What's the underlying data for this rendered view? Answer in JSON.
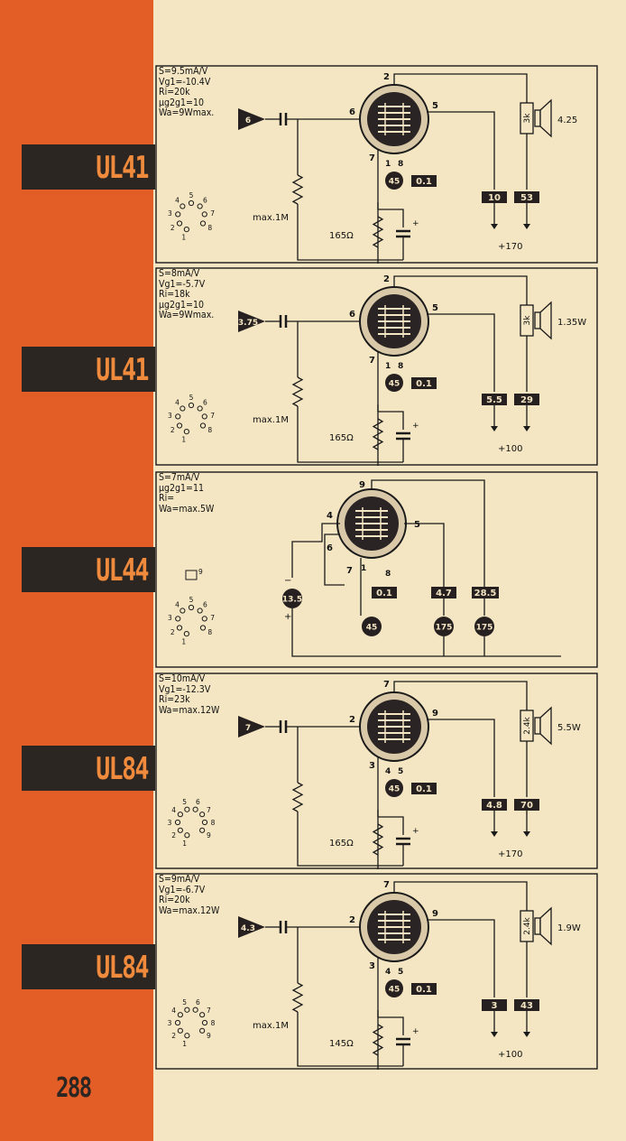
{
  "page_number": "288",
  "panels": [
    {
      "tube": "UL41",
      "specs": [
        "S=9.5mA/V",
        "Vg1=-10.4V",
        "Ri=20k",
        "µg2g1=10",
        "Wa=9Wmax."
      ],
      "input": "6",
      "grid_resistor": "max.1M",
      "cathode_resistor": "165Ω",
      "pins": {
        "anode": "2",
        "grid": "6",
        "screen": "5",
        "cathode": "7",
        "heater_a": "1",
        "heater_b": "8"
      },
      "heater_voltage": "45",
      "heater_current": "0.1",
      "anode_current": "53",
      "screen_current": "10",
      "supply": "+170",
      "load": "3k",
      "output": "4.25",
      "socket_pins": [
        "1",
        "2",
        "3",
        "4",
        "5",
        "6",
        "7",
        "8"
      ]
    },
    {
      "tube": "UL41",
      "specs": [
        "S=8mA/V",
        "Vg1=-5.7V",
        "Ri=18k",
        "µg2g1=10",
        "Wa=9Wmax."
      ],
      "input": "3.75",
      "grid_resistor": "max.1M",
      "cathode_resistor": "165Ω",
      "pins": {
        "anode": "2",
        "grid": "6",
        "screen": "5",
        "cathode": "7",
        "heater_a": "1",
        "heater_b": "8"
      },
      "heater_voltage": "45",
      "heater_current": "0.1",
      "anode_current": "29",
      "screen_current": "5.5",
      "supply": "+100",
      "load": "3k",
      "output": "1.35W",
      "socket_pins": [
        "1",
        "2",
        "3",
        "4",
        "5",
        "6",
        "7",
        "8"
      ]
    },
    {
      "tube": "UL44",
      "specs": [
        "S=7mA/V",
        "µg2g1=11",
        "Ri=",
        "Wa=max.5W"
      ],
      "pins": {
        "anode": "9",
        "g1": "4",
        "g1b": "6",
        "screen": "5",
        "cathode": "7",
        "heater_a": "1",
        "heater_b": "8"
      },
      "bias_voltage": "13.5",
      "heater_voltage": "45",
      "heater_current": "0.1",
      "screen_current": "4.7",
      "anode_current": "28.5",
      "screen_supply": "175",
      "anode_supply": "175",
      "socket_pins": [
        "1",
        "2",
        "3",
        "4",
        "5",
        "6",
        "7",
        "8"
      ],
      "socket_top": "9"
    },
    {
      "tube": "UL84",
      "specs": [
        "S=10mA/V",
        "Vg1=-12.3V",
        "Ri=23k",
        "Wa=max.12W"
      ],
      "input": "7",
      "cathode_resistor": "165Ω",
      "pins": {
        "anode": "7",
        "grid": "2",
        "screen": "9",
        "cathode": "3",
        "heater_a": "4",
        "heater_b": "5"
      },
      "heater_voltage": "45",
      "heater_current": "0.1",
      "anode_current": "70",
      "screen_current": "4.8",
      "supply": "+170",
      "load": "2.4k",
      "output": "5.5W",
      "socket_pins": [
        "1",
        "2",
        "3",
        "4",
        "5",
        "6",
        "7",
        "8",
        "9"
      ]
    },
    {
      "tube": "UL84",
      "specs": [
        "S=9mA/V",
        "Vg1=-6.7V",
        "Ri=20k",
        "Wa=max.12W"
      ],
      "input": "4.3",
      "grid_resistor": "max.1M",
      "cathode_resistor": "145Ω",
      "pins": {
        "anode": "7",
        "grid": "2",
        "screen": "9",
        "cathode": "3",
        "heater_a": "4",
        "heater_b": "5"
      },
      "heater_voltage": "45",
      "heater_current": "0.1",
      "anode_current": "43",
      "screen_current": "3",
      "supply": "+100",
      "load": "2.4k",
      "output": "1.9W",
      "socket_pins": [
        "1",
        "2",
        "3",
        "4",
        "5",
        "6",
        "7",
        "8",
        "9"
      ]
    }
  ]
}
